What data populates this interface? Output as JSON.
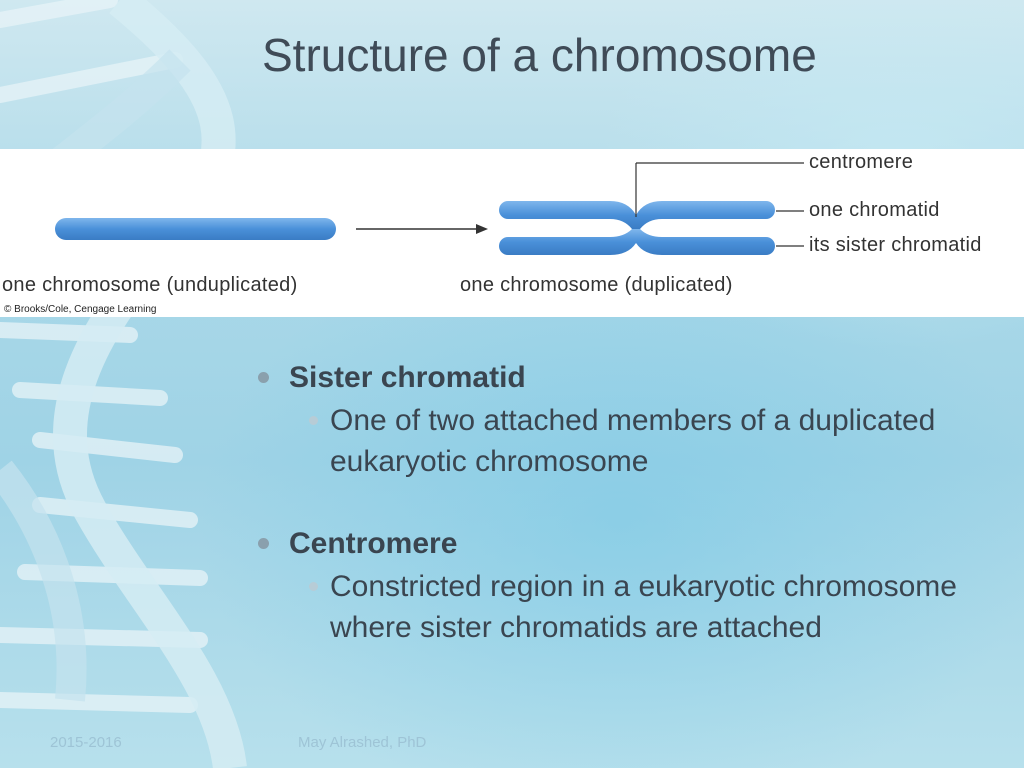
{
  "slide": {
    "title": "Structure of a chromosome"
  },
  "figure": {
    "label_unduplicated": "one chromosome (unduplicated)",
    "label_duplicated": "one chromosome (duplicated)",
    "label_centromere": "centromere",
    "label_chromatid": "one chromatid",
    "label_sister": "its sister chromatid",
    "credit": "© Brooks/Cole, Cengage Learning",
    "chromosome_color": "#4a90d9"
  },
  "bullets": [
    {
      "heading": "Sister chromatid",
      "text": "One of two attached members of a duplicated eukaryotic chromosome"
    },
    {
      "heading": "Centromere",
      "text": "Constricted region in a eukaryotic chromosome where sister chromatids are attached"
    }
  ],
  "footer": {
    "date": "2015-2016",
    "author": "May Alrashed, PhD"
  }
}
